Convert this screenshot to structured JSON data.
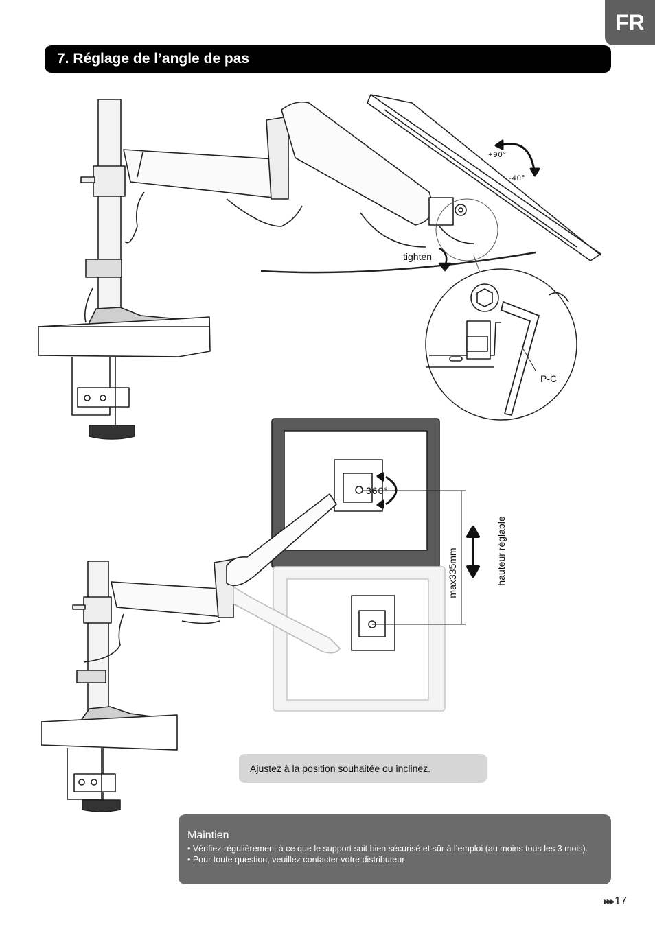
{
  "lang_tab": "FR",
  "section_title": "7. Réglage de l’angle de pas",
  "labels": {
    "plus90": "+90°",
    "minus40": "-40°",
    "tighten": "tighten",
    "pc": "P-C",
    "deg360": "360°",
    "max": "max335mm",
    "height_adj": "hauteur réglable"
  },
  "caption": "Ajustez à la position souhaitée ou inclinez.",
  "maintenance": {
    "title": "Maintien",
    "items": [
      "•  Vérifiez régulièrement à ce que le support soit bien sécurisé et sûr à l’emploi (au moins tous les 3 mois).",
      "•  Pour toute question, veuillez contacter votre distributeur"
    ]
  },
  "page_number": "17",
  "icons": {
    "next": "triple-chevron-right-icon"
  }
}
